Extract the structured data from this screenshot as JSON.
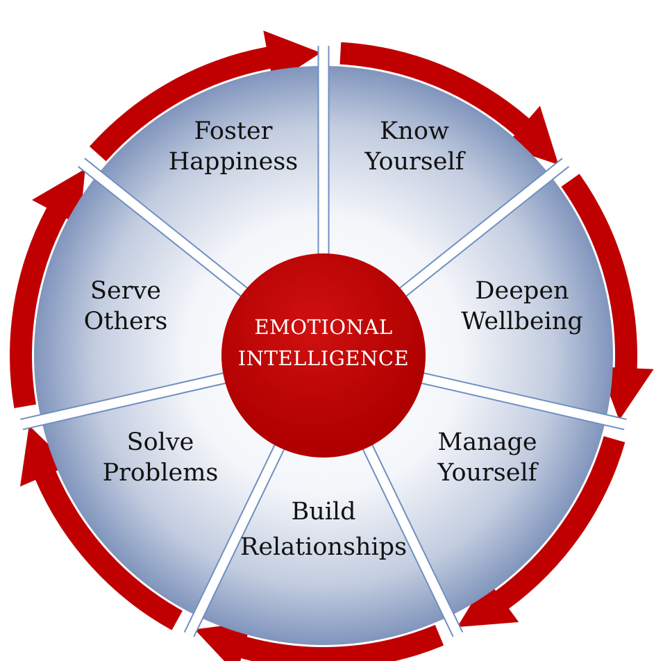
{
  "diagram": {
    "center_label": {
      "line1": "EMOTIONAL",
      "line2": "INTELLIGENCE"
    },
    "segments": [
      {
        "id": "know-yourself",
        "line1": "Know",
        "line2": "Yourself"
      },
      {
        "id": "deepen-wellbeing",
        "line1": "Deepen",
        "line2": "Wellbeing"
      },
      {
        "id": "manage-yourself",
        "line1": "Manage",
        "line2": "Yourself"
      },
      {
        "id": "build-relationships",
        "line1": "Build",
        "line2": "Relationships"
      },
      {
        "id": "solve-problems",
        "line1": "Solve",
        "line2": "Problems"
      },
      {
        "id": "serve-others",
        "line1": "Serve",
        "line2": "Others"
      },
      {
        "id": "foster-happiness",
        "line1": "Foster",
        "line2": "Happiness"
      }
    ],
    "colors": {
      "arrow_red": "#c00000",
      "hub_red": "#c00000",
      "segment_light": "#ffffff",
      "segment_dark": "#6f86b3",
      "divider": "#ffffff",
      "divider_edge": "#6f8fc0"
    }
  }
}
